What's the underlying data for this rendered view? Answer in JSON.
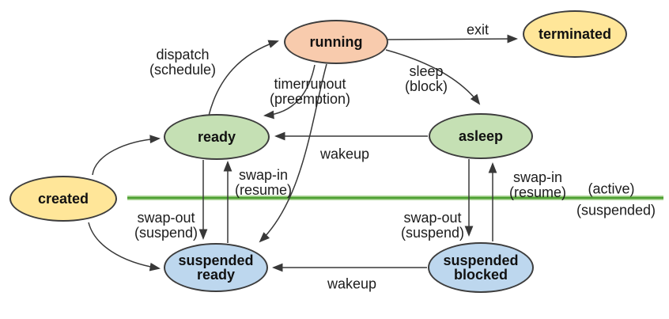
{
  "diagram_type": "process-state-diagram",
  "colors": {
    "running_fill": "#F8CBAD",
    "ready_asleep_fill": "#C5E0B4",
    "created_terminated_fill": "#FFE699",
    "suspended_fill": "#BDD7EE",
    "divider_green": "#4A9E2F",
    "divider_halo": "#AED698",
    "node_outline": "#3D3D3D",
    "arrow": "#383838"
  },
  "nodes": [
    {
      "id": "running",
      "label": "running",
      "fill": "#F8CBAD"
    },
    {
      "id": "terminated",
      "label": "terminated",
      "fill": "#FFE699"
    },
    {
      "id": "ready",
      "label": "ready",
      "fill": "#C5E0B4"
    },
    {
      "id": "asleep",
      "label": "asleep",
      "fill": "#C5E0B4"
    },
    {
      "id": "created",
      "label": "created",
      "fill": "#FFE699"
    },
    {
      "id": "suspended_ready",
      "label": "suspended\nready",
      "fill": "#BDD7EE"
    },
    {
      "id": "suspended_blocked",
      "label": "suspended\nblocked",
      "fill": "#BDD7EE"
    }
  ],
  "edge_labels": {
    "dispatch": "dispatch\n(schedule)",
    "timerrunout": "timerrunout\n(preemption)",
    "exit": "exit",
    "sleep": "sleep\n(block)",
    "wakeup_top": "wakeup",
    "swap_in_left": "swap-in\n(resume)",
    "swap_out_left": "swap-out\n(suspend)",
    "swap_in_right": "swap-in\n(resume)",
    "swap_out_right": "swap-out\n(suspend)",
    "wakeup_bottom": "wakeup",
    "region_active": "(active)",
    "region_suspended": "(suspended)"
  },
  "edges": [
    {
      "from": "created",
      "to": "ready",
      "label": ""
    },
    {
      "from": "created",
      "to": "suspended ready",
      "label": ""
    },
    {
      "from": "ready",
      "to": "running",
      "label": "dispatch (schedule)"
    },
    {
      "from": "running",
      "to": "ready",
      "label": "timerrunout (preemption)"
    },
    {
      "from": "running",
      "to": "terminated",
      "label": "exit"
    },
    {
      "from": "running",
      "to": "asleep",
      "label": "sleep (block)"
    },
    {
      "from": "running",
      "to": "suspended ready",
      "label": ""
    },
    {
      "from": "asleep",
      "to": "ready",
      "label": "wakeup"
    },
    {
      "from": "ready",
      "to": "suspended ready",
      "label": "swap-out (suspend)"
    },
    {
      "from": "suspended ready",
      "to": "ready",
      "label": "swap-in (resume)"
    },
    {
      "from": "asleep",
      "to": "suspended blocked",
      "label": "swap-out (suspend)"
    },
    {
      "from": "suspended blocked",
      "to": "asleep",
      "label": "swap-in (resume)"
    },
    {
      "from": "suspended blocked",
      "to": "suspended ready",
      "label": "wakeup"
    }
  ]
}
